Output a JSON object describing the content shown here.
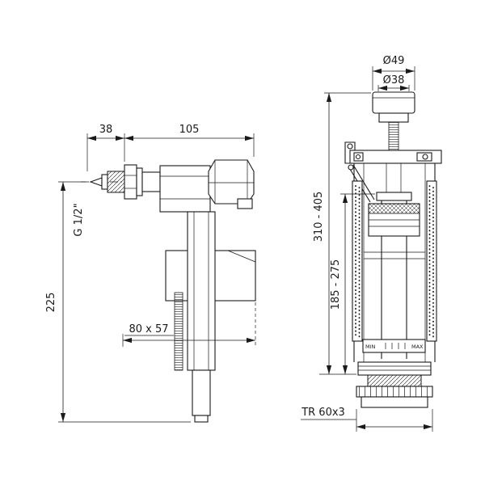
{
  "page": {
    "description": "Technical drawing of a side-entry toilet fill valve and a flush/drain valve with dimensions",
    "line_color": "#1a1a1a",
    "background": "#ffffff"
  },
  "fill_valve": {
    "dim_38": "38",
    "dim_105": "105",
    "thread_label": "G 1/2\"",
    "dim_225": "225",
    "float_dim": "80 x 57"
  },
  "flush_valve": {
    "dia_49": "Ø49",
    "dia_38": "Ø38",
    "height_range": "310 - 405",
    "tube_range": "185 - 275",
    "thread_label": "TR 60x3",
    "min_label": "MIN",
    "max_label": "MAX"
  }
}
